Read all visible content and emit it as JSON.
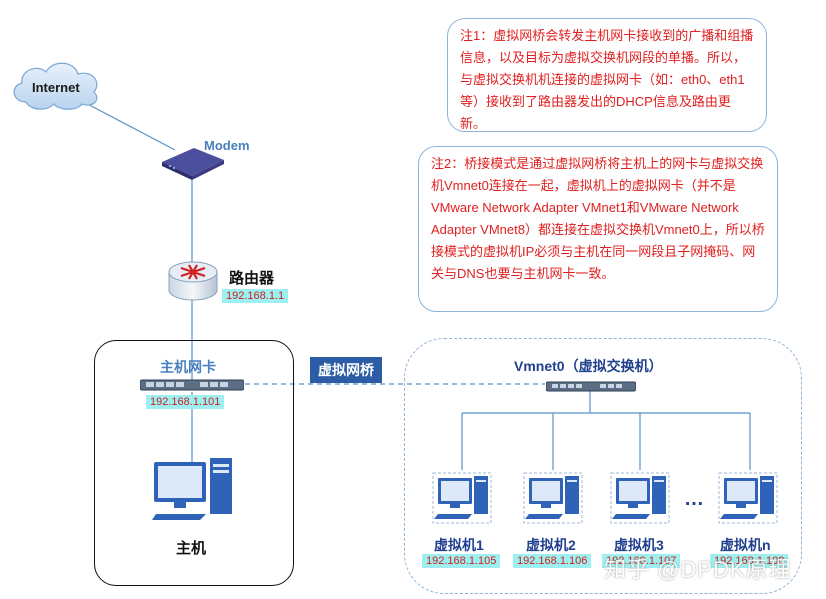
{
  "internet": {
    "label": "Internet"
  },
  "modem": {
    "label": "Modem"
  },
  "router": {
    "label": "路由器",
    "ip": "192.168.1.1"
  },
  "host_nic": {
    "label": "主机网卡",
    "ip": "192.168.1.101"
  },
  "host": {
    "label": "主机"
  },
  "bridge": {
    "label": "虚拟网桥"
  },
  "vswitch": {
    "label": "Vmnet0（虚拟交换机）"
  },
  "vms": [
    {
      "name": "虚拟机1",
      "ip": "192.168.1.105"
    },
    {
      "name": "虚拟机2",
      "ip": "192.168.1.106"
    },
    {
      "name": "虚拟机3",
      "ip": "192.168.1.107"
    },
    {
      "name": "虚拟机n",
      "ip": "192.168.1.108"
    }
  ],
  "ellipsis": "…",
  "note1": {
    "text": "注1：虚拟网桥会转发主机网卡接收到的广播和组播信息，以及目标为虚拟交换机网段的单播。所以，与虚拟交换机机连接的虚拟网卡（如：eth0、eth1等）接收到了路由器发出的DHCP信息及路由更新。"
  },
  "note2": {
    "text": "注2：桥接模式是通过虚拟网桥将主机上的网卡与虚拟交换机Vmnet0连接在一起，虚拟机上的虚拟网卡（并不是VMware Network Adapter VMnet1和VMware Network Adapter VMnet8）都连接在虚拟交换机Vmnet0上，所以桥接模式的虚拟机IP必须与主机在同一网段且子网掩码、网关与DNS也要与主机网卡一致。"
  },
  "watermark": "知乎 @DPDK原理",
  "colors": {
    "note_text": "#e02020",
    "ip_bg": "#9ef0f0",
    "accent": "#2c5ca5",
    "box_border": "#8fb4d9"
  }
}
